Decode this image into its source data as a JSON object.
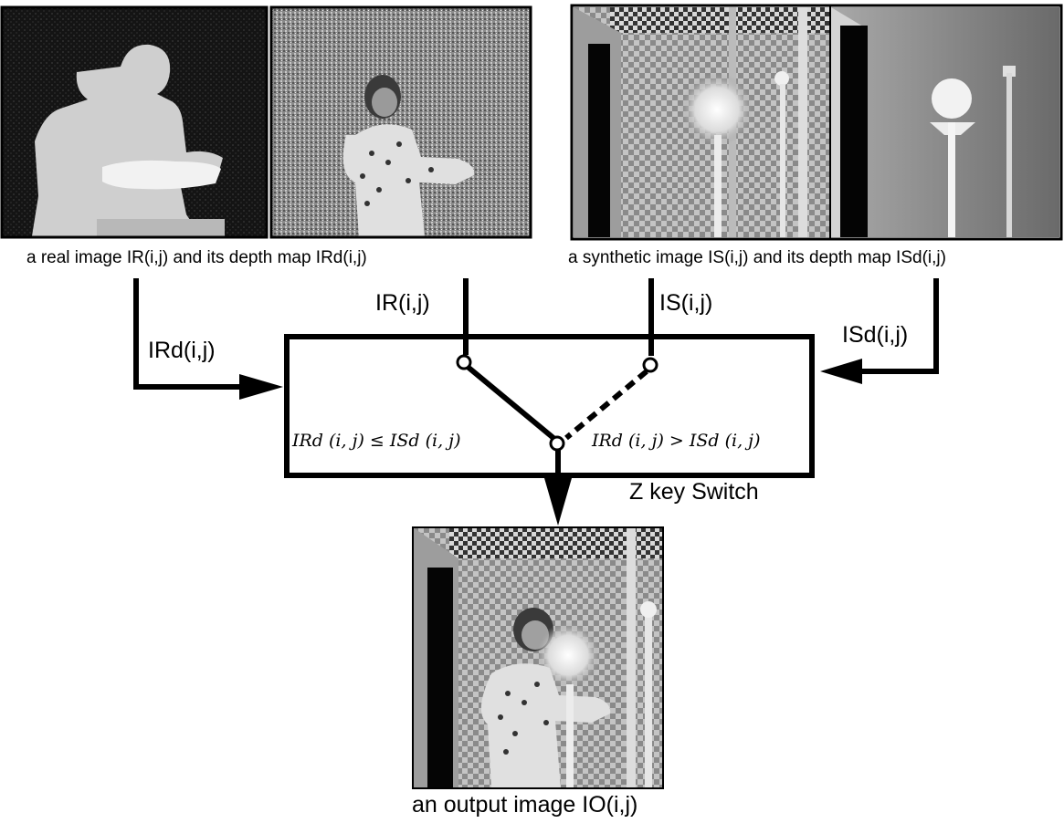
{
  "captions": {
    "real": "a real image IR(i,j) and its depth map IRd(i,j)",
    "synthetic": "a synthetic image IS(i,j) and its depth map ISd(i,j)",
    "output": "an output image IO(i,j)"
  },
  "signals": {
    "ir": "IR(i,j)",
    "is": "IS(i,j)",
    "ird": "IRd(i,j)",
    "isd": "ISd(i,j)"
  },
  "switch": {
    "label": "Z key Switch",
    "cond_left": "IRd (i, j)  ≤  ISd (i, j)",
    "cond_right": "IRd (i, j)  >  ISd (i, j)"
  }
}
